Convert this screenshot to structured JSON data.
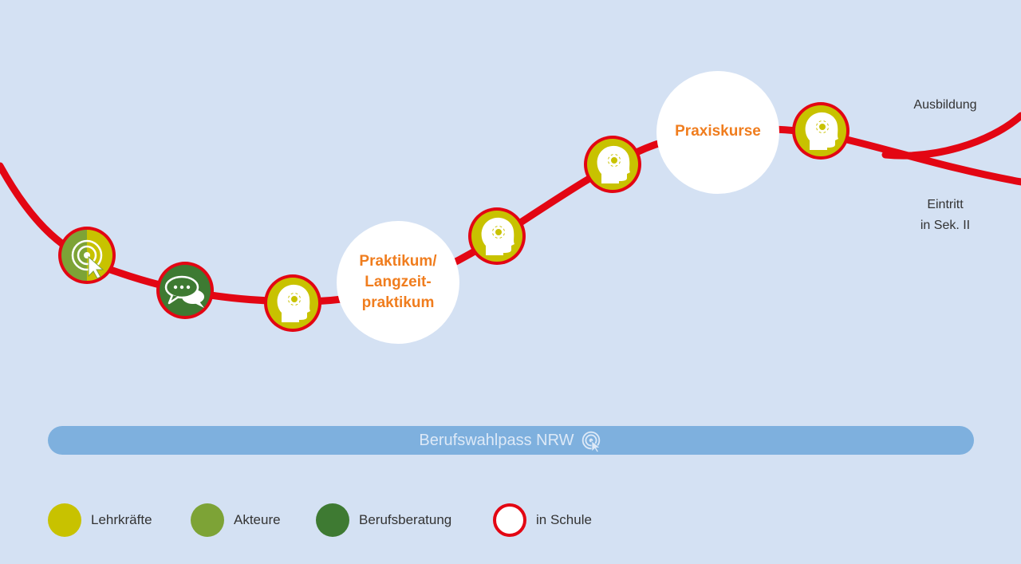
{
  "colors": {
    "background": "#d4e1f3",
    "path": "#e30613",
    "lehrkraefte": "#c8c200",
    "akteure": "#7da336",
    "berufsberatung": "#3e7a32",
    "milestone_text": "#f07d1e",
    "pass_bar": "#7eb0de"
  },
  "stations": [
    {
      "icon": "target-cursor-icon",
      "category": "split"
    },
    {
      "icon": "speech-bubbles-icon",
      "category": "berufsberatung"
    },
    {
      "icon": "head-gear-icon",
      "category": "lehrkraefte"
    },
    {
      "icon": "head-gear-icon",
      "category": "lehrkraefte"
    },
    {
      "icon": "head-gear-icon",
      "category": "lehrkraefte"
    },
    {
      "icon": "head-gear-icon",
      "category": "lehrkraefte"
    }
  ],
  "milestones": {
    "praktikum": {
      "line1": "Praktikum/",
      "line2": "Langzeit-",
      "line3": "praktikum"
    },
    "praxiskurse": {
      "label": "Praxiskurse"
    }
  },
  "endpoints": {
    "ausbildung": "Ausbildung",
    "eintritt_line1": "Eintritt",
    "eintritt_line2": "in Sek. II"
  },
  "pass_bar": {
    "label": "Berufswahlpass NRW",
    "icon": "target-cursor-icon"
  },
  "legend": [
    {
      "label": "Lehrkräfte",
      "swatch": "lehrkraefte"
    },
    {
      "label": "Akteure",
      "swatch": "akteure"
    },
    {
      "label": "Berufsberatung",
      "swatch": "berufsberatung"
    },
    {
      "label": "in Schule",
      "swatch": "ring"
    }
  ]
}
